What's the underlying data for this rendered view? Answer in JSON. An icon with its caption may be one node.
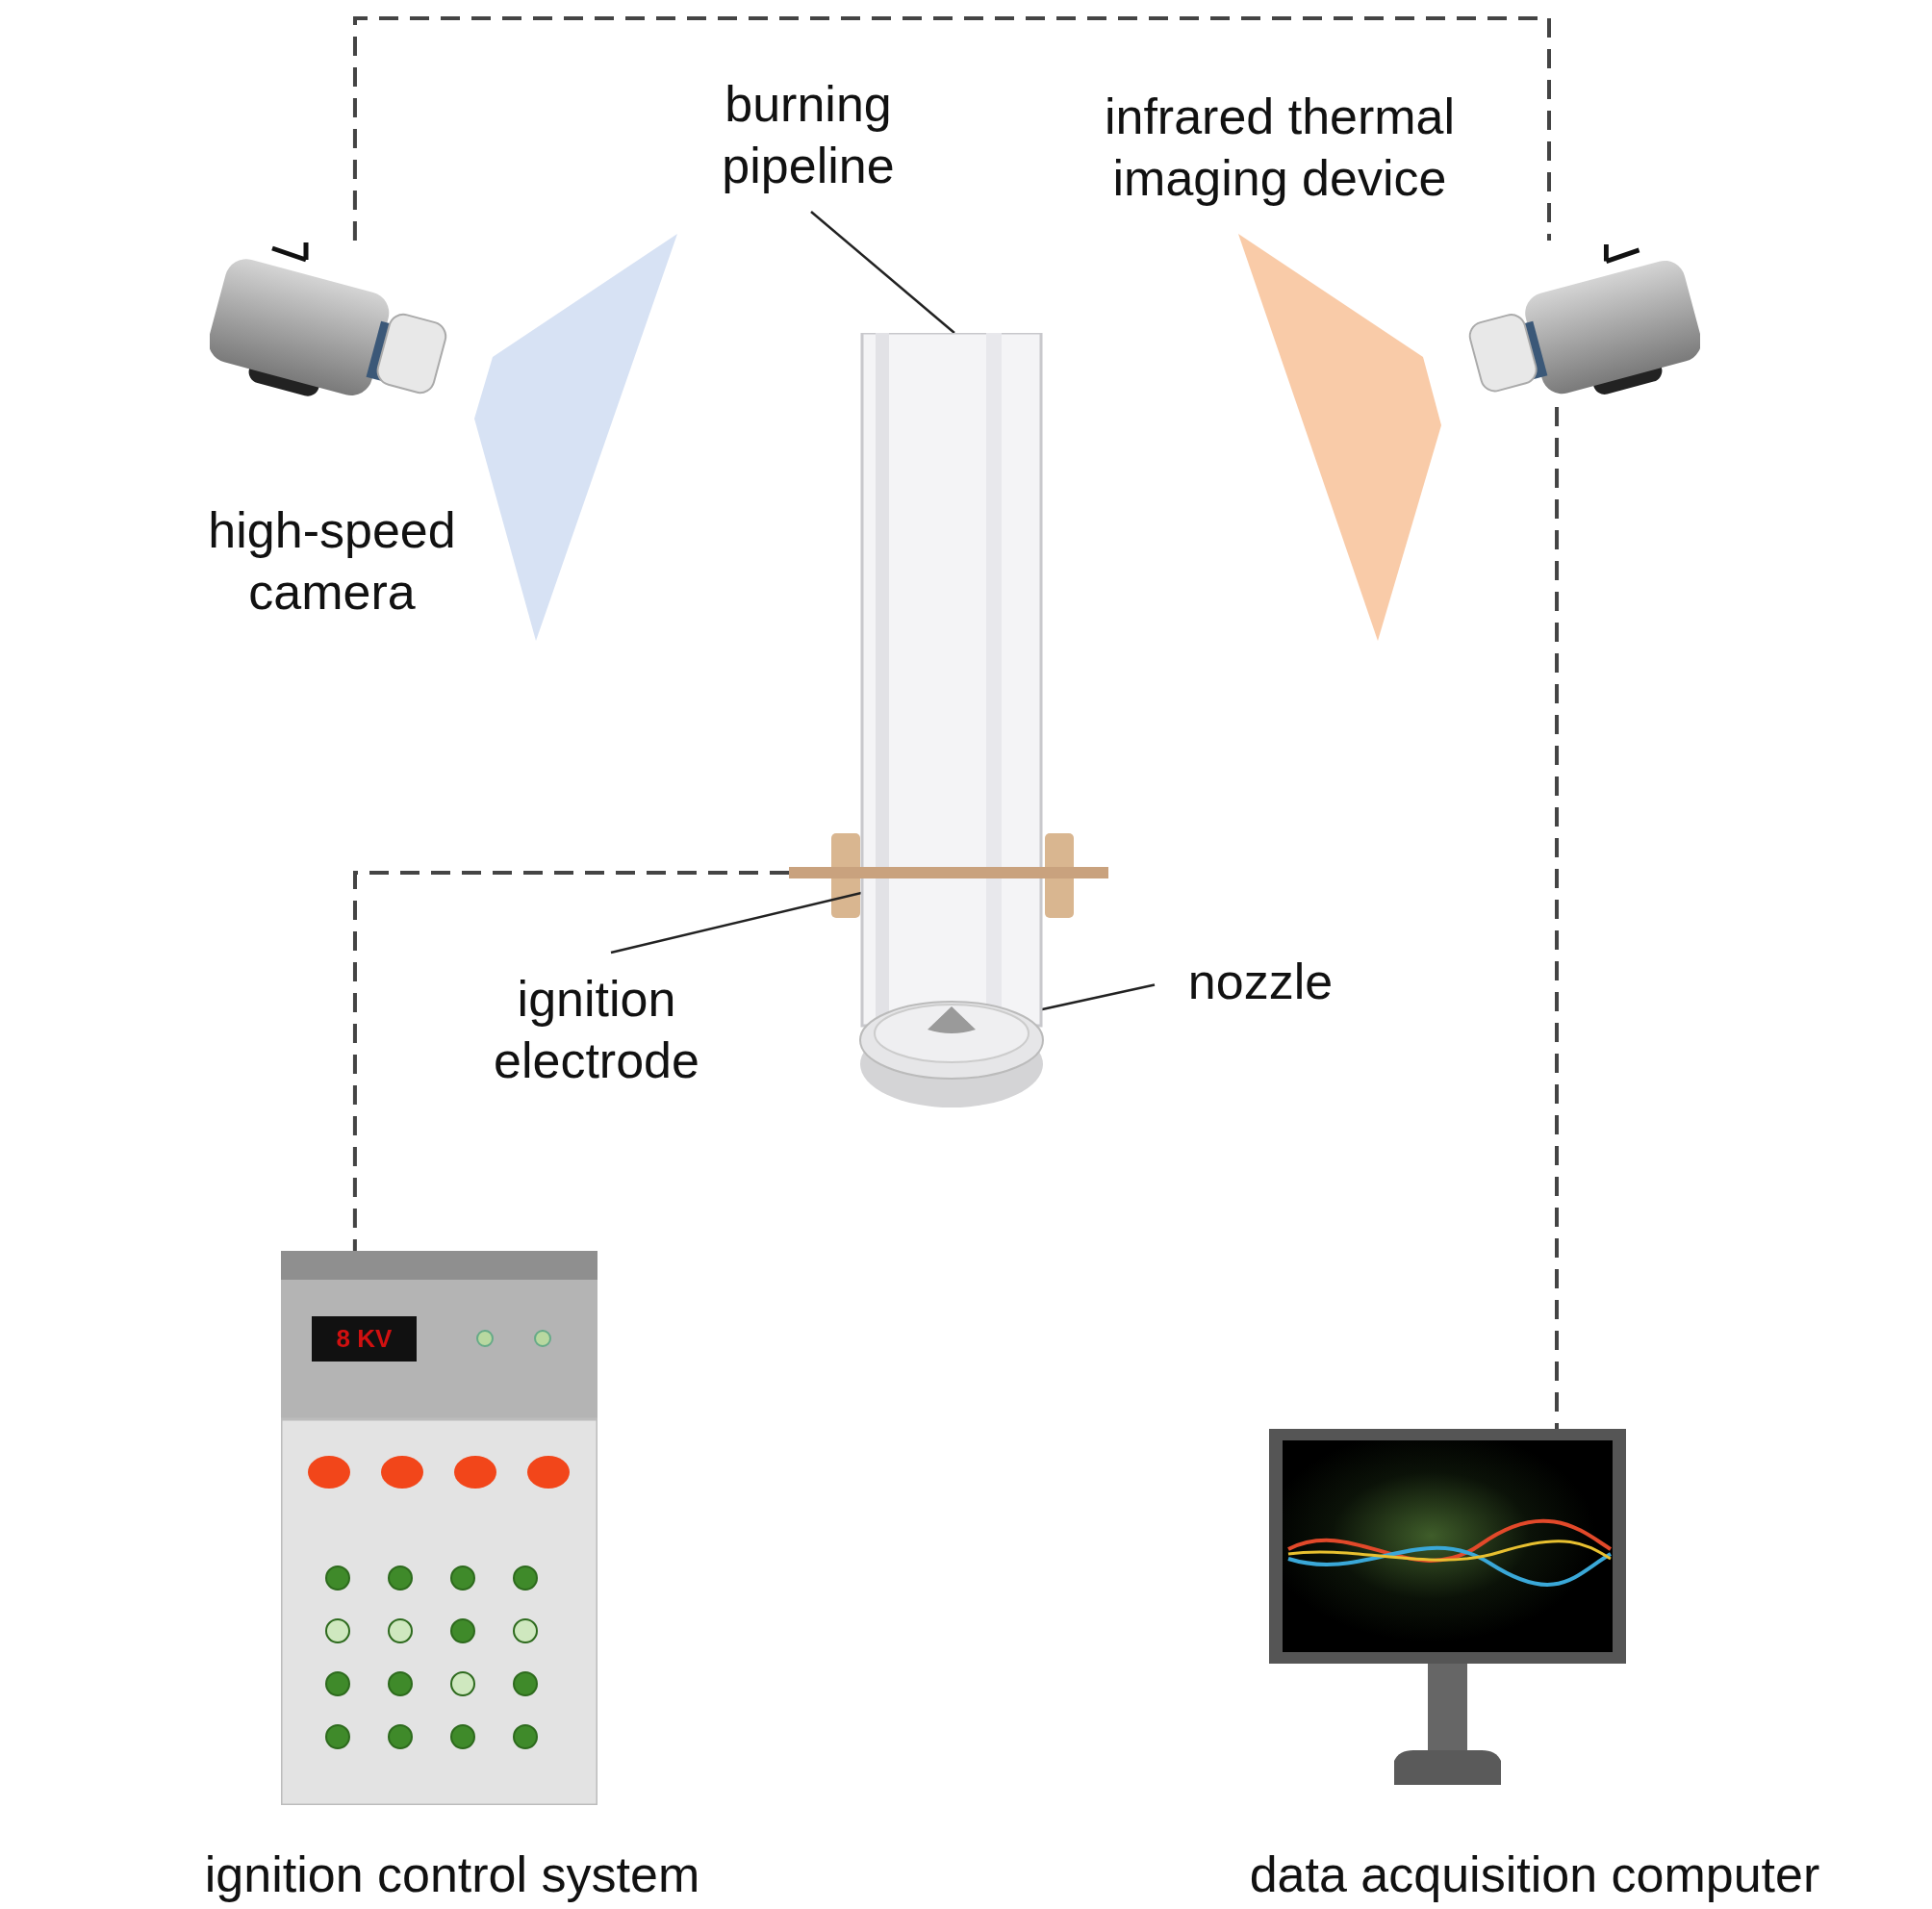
{
  "diagram": {
    "nodes": [
      {
        "text": [
          "burning pipeline"
        ]
      },
      {
        "text": [],
        "shape": "cylinder"
      },
      {
        "text": [],
        "shape": "picture"
      },
      {
        "text": [],
        "shape": "picture"
      },
      {
        "text": [
          "ignition electrode"
        ]
      },
      {
        "text": [],
        "shape": "bar"
      },
      {
        "text": [
          "nozzle"
        ]
      },
      {
        "text": [],
        "shape": "picture",
        "in": 1
      },
      {
        "text": [
          "ignition control system"
        ]
      },
      {
        "text": [
          "data acquisition computer"
        ]
      },
      {
        "text": [],
        "shape": "beam"
      },
      {
        "text": [],
        "shape": "beam"
      }
    ],
    "edges": [
      {
        "from": 0,
        "to": 1,
        "arrow": "none"
      },
      {
        "from": 4,
        "to": 5,
        "arrow": "none"
      },
      {
        "from": 6,
        "to": 7,
        "arrow": "none"
      },
      {
        "from": 2,
        "to": 3,
        "arrow": "none",
        "style": "dashed"
      },
      {
        "from": 3,
        "to": 9,
        "arrow": "none",
        "style": "dashed"
      },
      {
        "from": 5,
        "to": 8,
        "arrow": "none",
        "style": "dashed"
      }
    ],
    "labels": [
      "infrared thermal imaging device",
      "high-speed camera",
      "8 KV"
    ]
  }
}
